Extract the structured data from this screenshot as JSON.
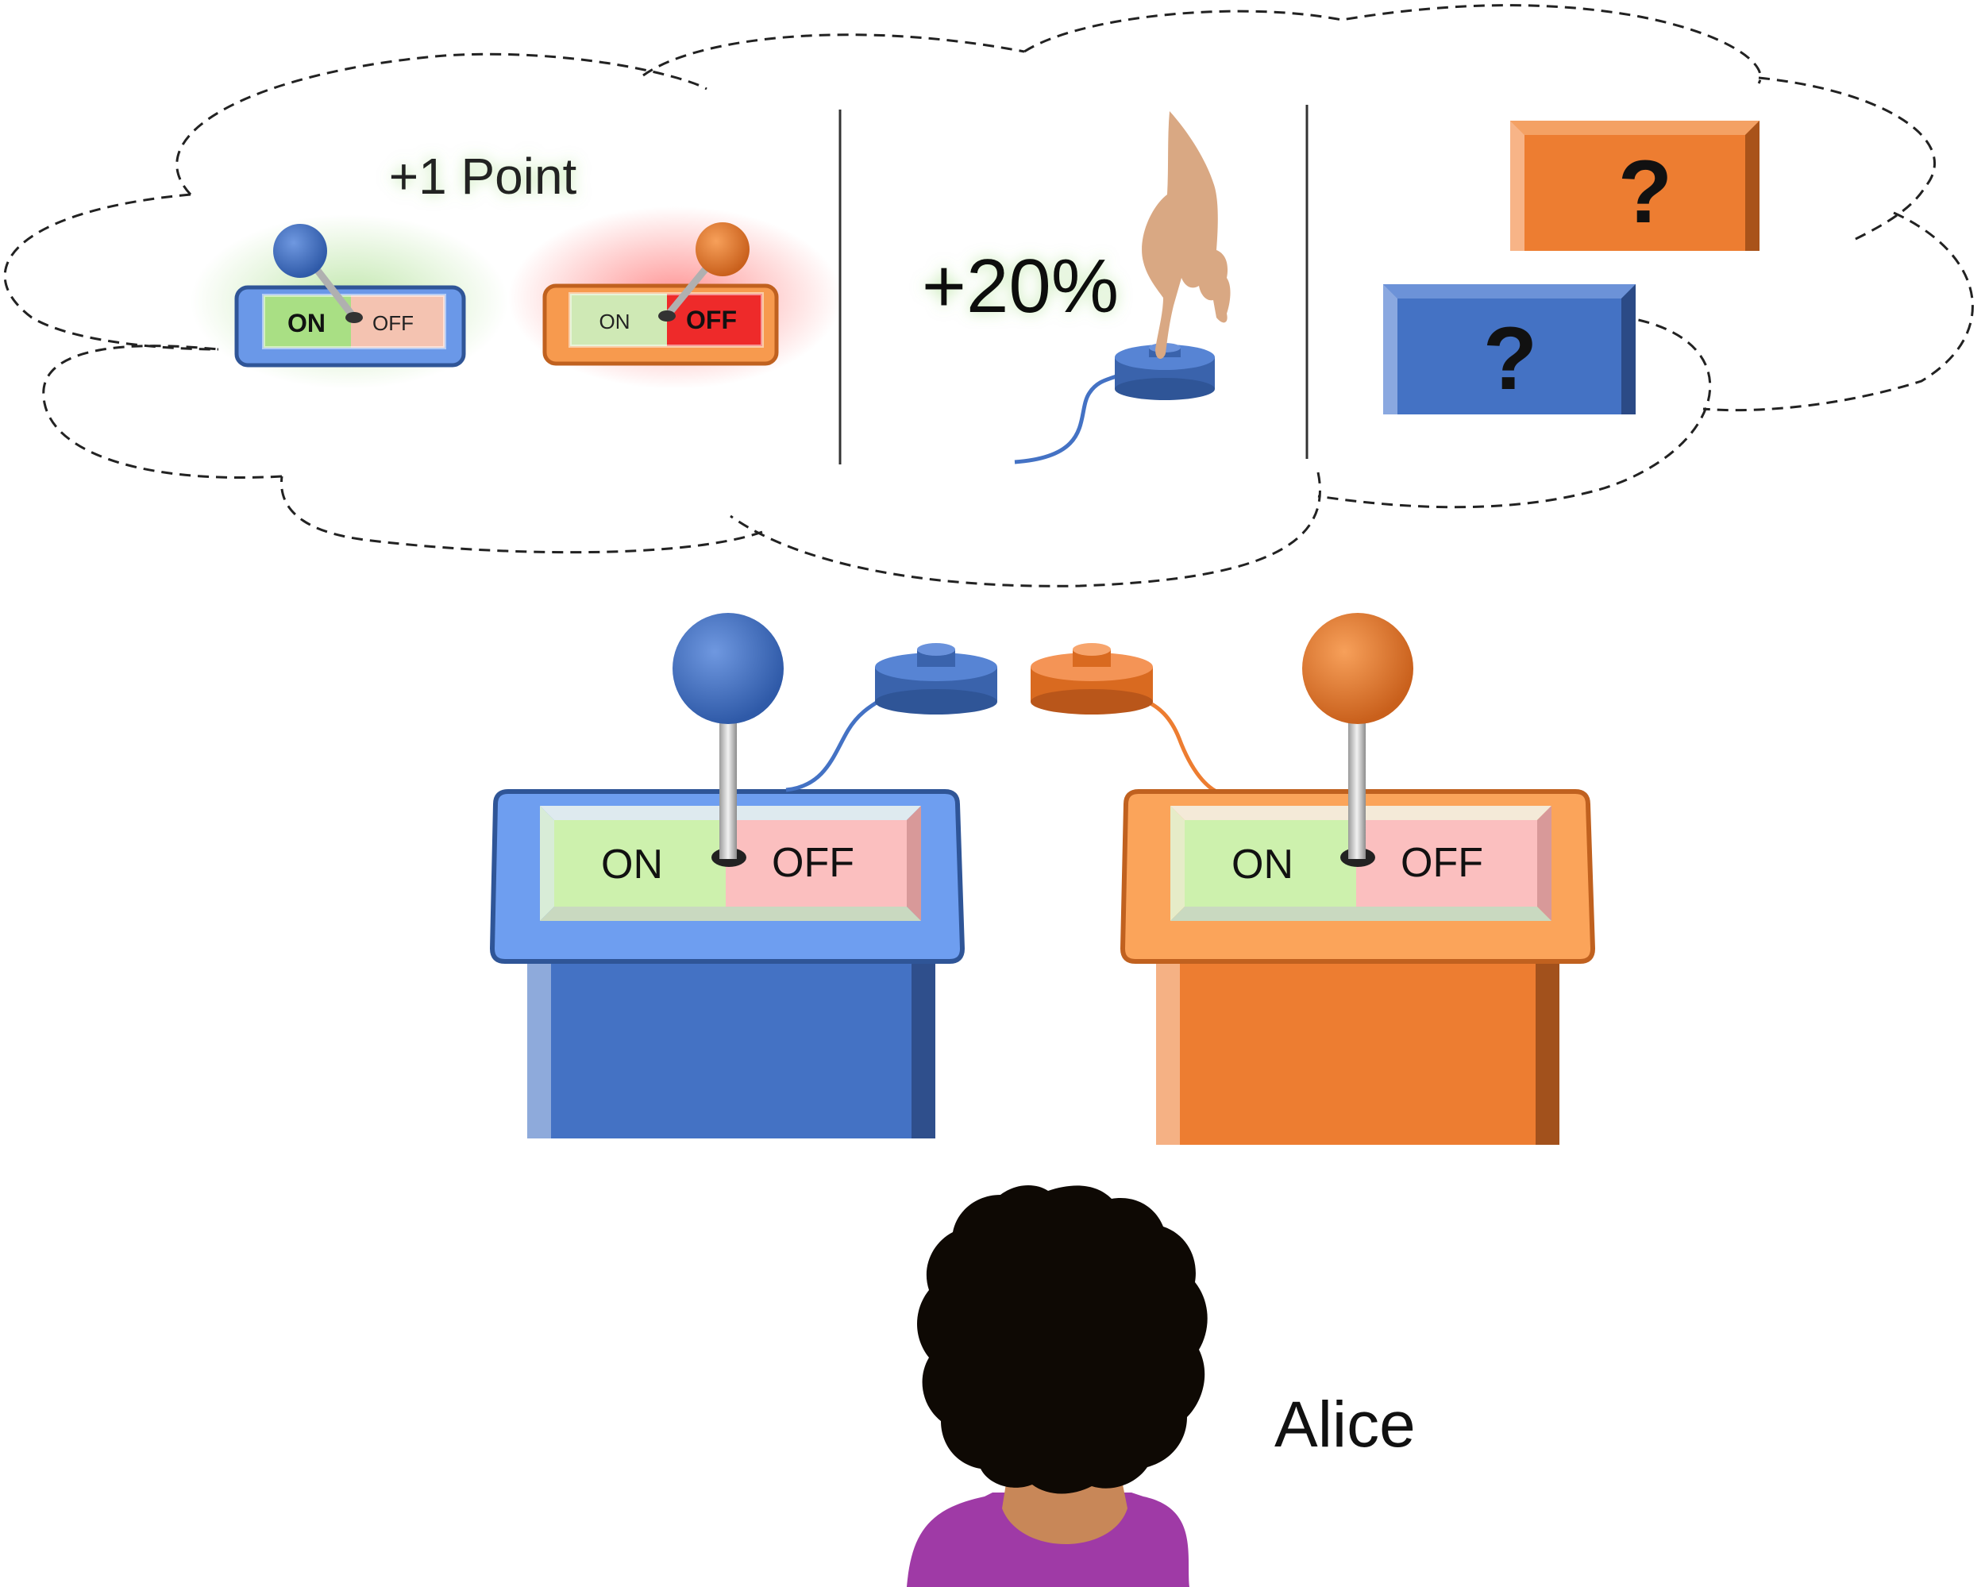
{
  "thought": {
    "reward_text": "+1 Point",
    "switch_on_label": "ON",
    "switch_off_label": "OFF",
    "boost_text": "+20%",
    "question_mark": "?"
  },
  "machines": {
    "blue": {
      "on_label": "ON",
      "off_label": "OFF",
      "color": "#4472c4"
    },
    "orange": {
      "on_label": "ON",
      "off_label": "OFF",
      "color": "#ed7d31"
    }
  },
  "person": {
    "name": "Alice"
  },
  "colors": {
    "blue": "#4472c4",
    "blue_light": "#6e9ef0",
    "blue_dark": "#2f5597",
    "orange": "#ed7d31",
    "orange_light": "#fba45a",
    "orange_dark": "#b35a1e",
    "on_green": "#cdf1ad",
    "off_pink": "#fbbfbf",
    "off_red": "#ee2a2a",
    "skin": "#d9a883",
    "shirt": "#9f3aa6",
    "hair": "#0e0904"
  }
}
